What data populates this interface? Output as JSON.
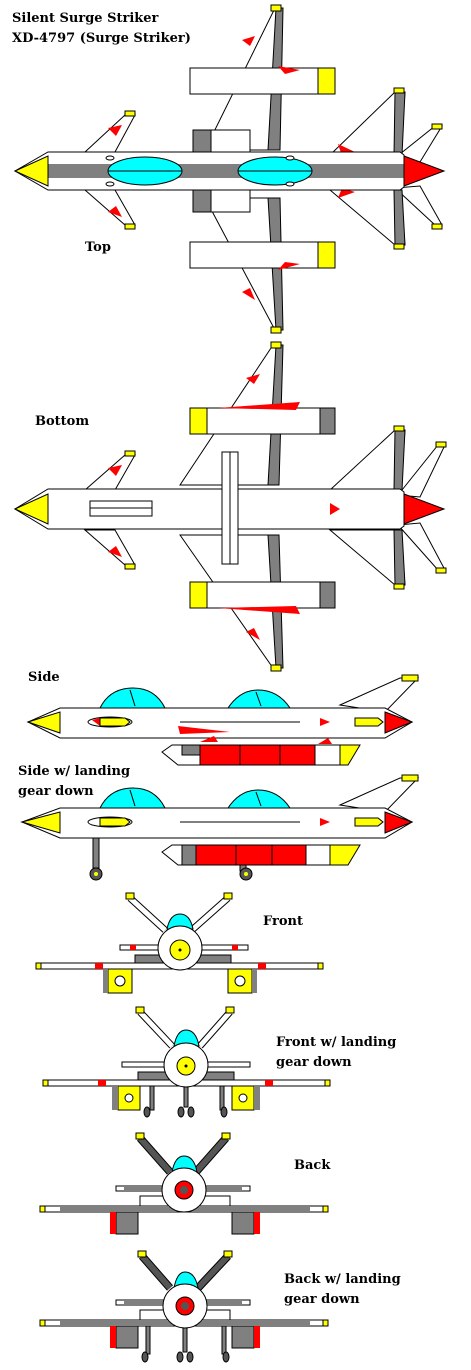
{
  "sheet": {
    "title": "Silent Surge Striker",
    "designation": "XD-4797 (Surge Striker)"
  },
  "views": {
    "top": "Top",
    "bottom": "Bottom",
    "side": "Side",
    "side_gear": "Side w/ landing\ngear down",
    "front": "Front",
    "front_gear": "Front w/ landing\ngear down",
    "back": "Back",
    "back_gear": "Back w/ landing\ngear down"
  },
  "palette": {
    "nose_yellow": "#ffff00",
    "canopy_cyan": "#00ffff",
    "accent_red": "#ff0000",
    "panel_gray": "#808080",
    "hull_white": "#ffffff",
    "outline": "#000000"
  }
}
